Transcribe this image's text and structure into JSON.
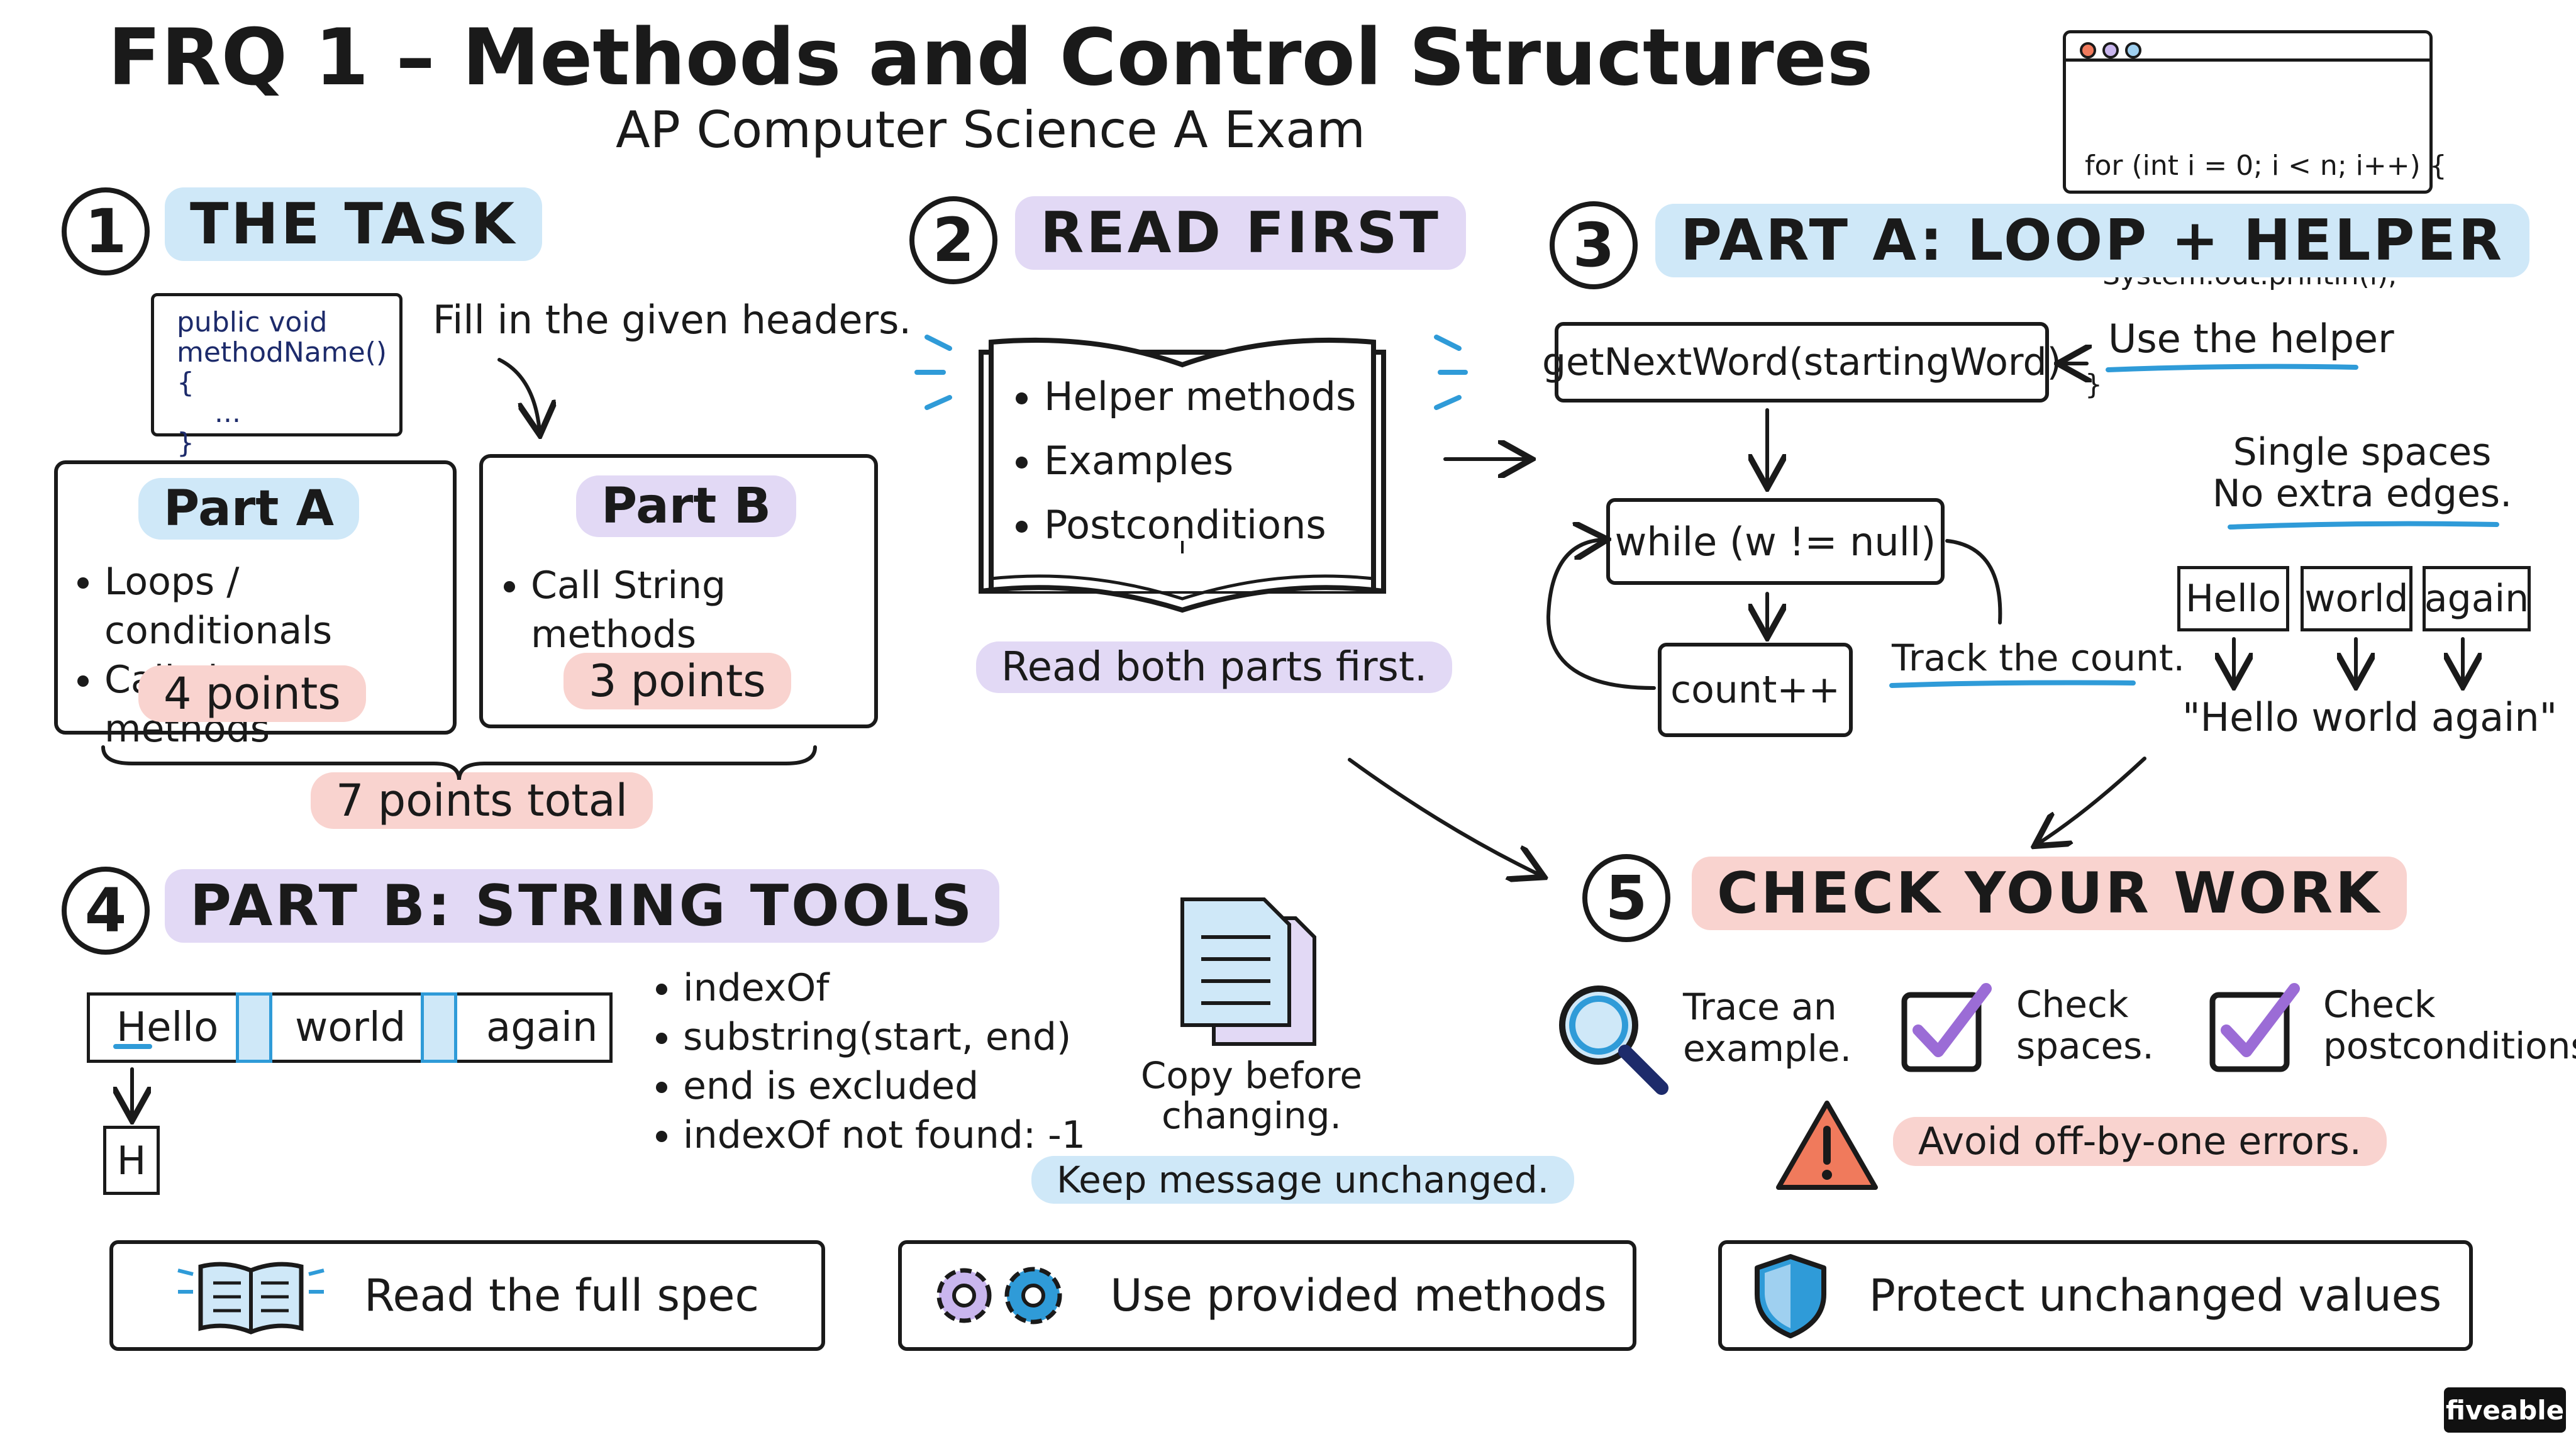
{
  "title": "FRQ 1 – Methods and Control Structures",
  "subtitle": "AP Computer Science A Exam",
  "code_window": {
    "lines": [
      "for (int i = 0; i < n; i++) {",
      "  System.out.println(i);",
      "}"
    ]
  },
  "s1": {
    "num": "1",
    "title": "THE TASK",
    "code_lines": [
      "public void",
      "methodName() {",
      "...",
      "}"
    ],
    "hint": "Fill in the given headers.",
    "part_a": {
      "title": "Part A",
      "items": [
        "Loops / conditionals",
        "Call class methods"
      ],
      "points": "4 points"
    },
    "part_b": {
      "title": "Part B",
      "items": [
        "Call String methods"
      ],
      "points": "3 points"
    },
    "total": "7 points total"
  },
  "s2": {
    "num": "2",
    "title": "READ FIRST",
    "book_items": [
      "Helper methods",
      "Examples",
      "Postconditions"
    ],
    "note": "Read both parts first."
  },
  "s3": {
    "num": "3",
    "title": "PART A: LOOP + HELPER",
    "helper_call": "getNextWord(startingWord)",
    "helper_note": "Use the helper",
    "loop": "while (w != null)",
    "count": "count++",
    "track_note": "Track the count.",
    "spaces_note": [
      "Single spaces",
      "No extra edges."
    ],
    "words": [
      "Hello",
      "world",
      "again"
    ],
    "result": "\"Hello world again\""
  },
  "s4": {
    "num": "4",
    "title": "PART B: STRING TOOLS",
    "words": [
      "Hello",
      "world",
      "again"
    ],
    "first_char": "H",
    "methods": [
      "indexOf",
      "substring(start, end)",
      "end is excluded",
      "indexOf not found: -1"
    ],
    "copy_note": [
      "Copy before",
      "changing."
    ],
    "keep_note": "Keep message unchanged."
  },
  "s5": {
    "num": "5",
    "title": "CHECK YOUR WORK",
    "checks": [
      {
        "icon": "magnifier-icon",
        "lines": [
          "Trace an",
          "example."
        ]
      },
      {
        "icon": "checkbox-icon",
        "lines": [
          "Check",
          "spaces."
        ]
      },
      {
        "icon": "checkbox-icon",
        "lines": [
          "Check",
          "postconditions."
        ]
      }
    ],
    "warning": "Avoid off-by-one errors."
  },
  "bottom": [
    {
      "icon": "book-icon",
      "label": "Read the full spec"
    },
    {
      "icon": "gears-icon",
      "label": "Use provided methods"
    },
    {
      "icon": "shield-icon",
      "label": "Protect unchanged values"
    }
  ],
  "brand": "fiveable",
  "colors": {
    "blue_highlight": "#cfe8f8",
    "purple_highlight": "#e2d9f5",
    "red_highlight": "#f9d3cf",
    "accent_blue": "#2f9bd8",
    "accent_purple": "#9b6cd6",
    "warning_red": "#f07a5c"
  }
}
